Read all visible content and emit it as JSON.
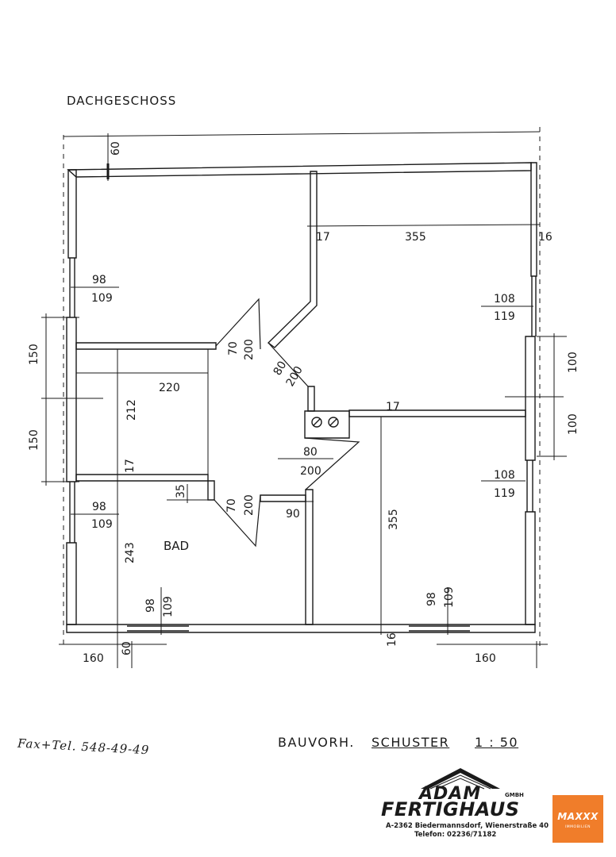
{
  "title": "DACHGESCHOSS",
  "project": {
    "label": "BAUVORH.",
    "name": "SCHUSTER",
    "scale": "1 : 50"
  },
  "fax_note": "Fax+Tel. 548-49-49",
  "room_labels": {
    "bad": "BAD"
  },
  "dimensions": {
    "top_left": "60",
    "wall_17_top": "17",
    "width_355_top": "355",
    "wall_16_right": "16",
    "window_left_top_w": "98",
    "window_left_top_h": "109",
    "window_right_top_w": "108",
    "window_right_top_h": "119",
    "left_150_upper": "150",
    "left_150_lower": "150",
    "door_70_upper": "70",
    "door_200_upper": "200",
    "door_80_upper": "80",
    "door_200_mid": "200",
    "hall_220": "220",
    "hall_212": "212",
    "wall_17_mid": "17",
    "right_100_upper": "100",
    "right_100_lower": "100",
    "door_80_lower": "80",
    "door_200_lower": "200",
    "wall_17_left": "17",
    "window_right_bottom_w": "108",
    "window_right_bottom_h": "119",
    "bath_35": "35",
    "door_70_lower": "70",
    "door_200_bath": "200",
    "window_left_bottom_w": "98",
    "window_left_bottom_h": "109",
    "bath_90": "90",
    "bath_243": "243",
    "height_355_vertical": "355",
    "window_bath_w": "98",
    "window_bath_h": "109",
    "window_bottom_right_w": "98",
    "window_bottom_right_h": "109",
    "wall_16_bottom": "16",
    "bottom_60": "60",
    "bottom_160_left": "160",
    "bottom_160_right": "160"
  },
  "logo": {
    "brand_line1": "ADAM",
    "brand_line2": "FERTIGHAUS",
    "gmbh": "GMBH",
    "address": "A-2362 Biedermannsdorf, Wienerstraße 40",
    "telephone": "Telefon: 02236/71182"
  },
  "badge": {
    "brand": "MAXXX",
    "subtitle": "IMMOBILIEN"
  }
}
